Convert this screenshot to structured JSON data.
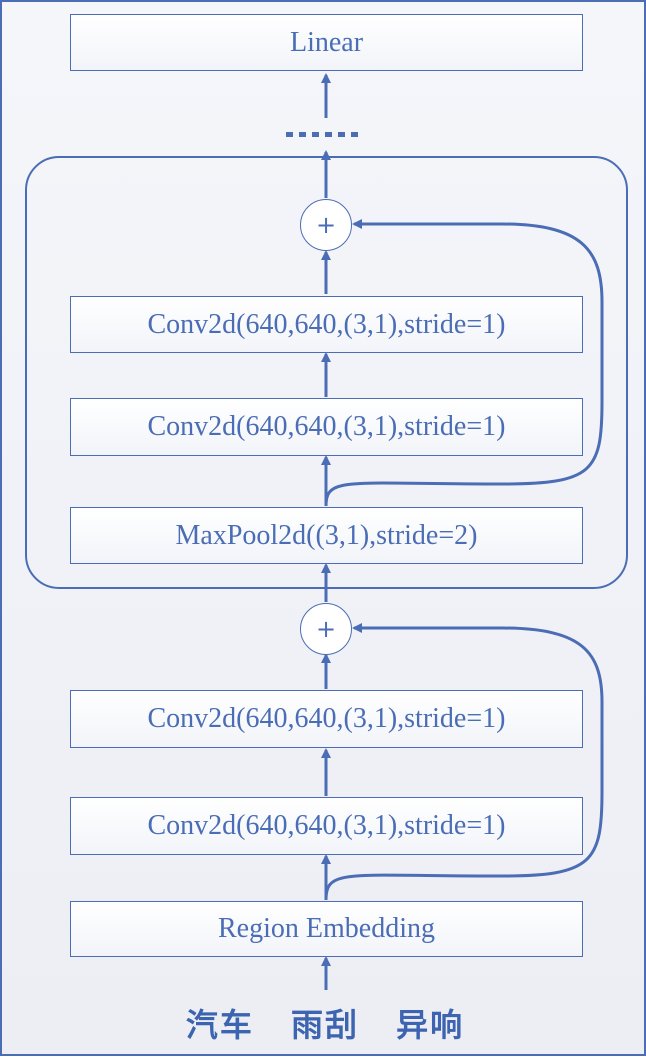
{
  "colors": {
    "stroke": "#4a6db5",
    "text": "#4a6db5",
    "background": "#eef0f5"
  },
  "diagram": {
    "top_layer": "Linear",
    "ellipsis": "......",
    "repeated_block": {
      "conv_1": "Conv2d(640,640,(3,1),stride=1)",
      "conv_2": "Conv2d(640,640,(3,1),stride=1)",
      "pool": "MaxPool2d((3,1),stride=2)",
      "sum_symbol": "+"
    },
    "base_block": {
      "conv_1": "Conv2d(640,640,(3,1),stride=1)",
      "conv_2": "Conv2d(640,640,(3,1),stride=1)",
      "sum_symbol": "+"
    },
    "embedding": "Region Embedding",
    "input_tokens": [
      "汽车",
      "雨刮",
      "异响"
    ]
  }
}
